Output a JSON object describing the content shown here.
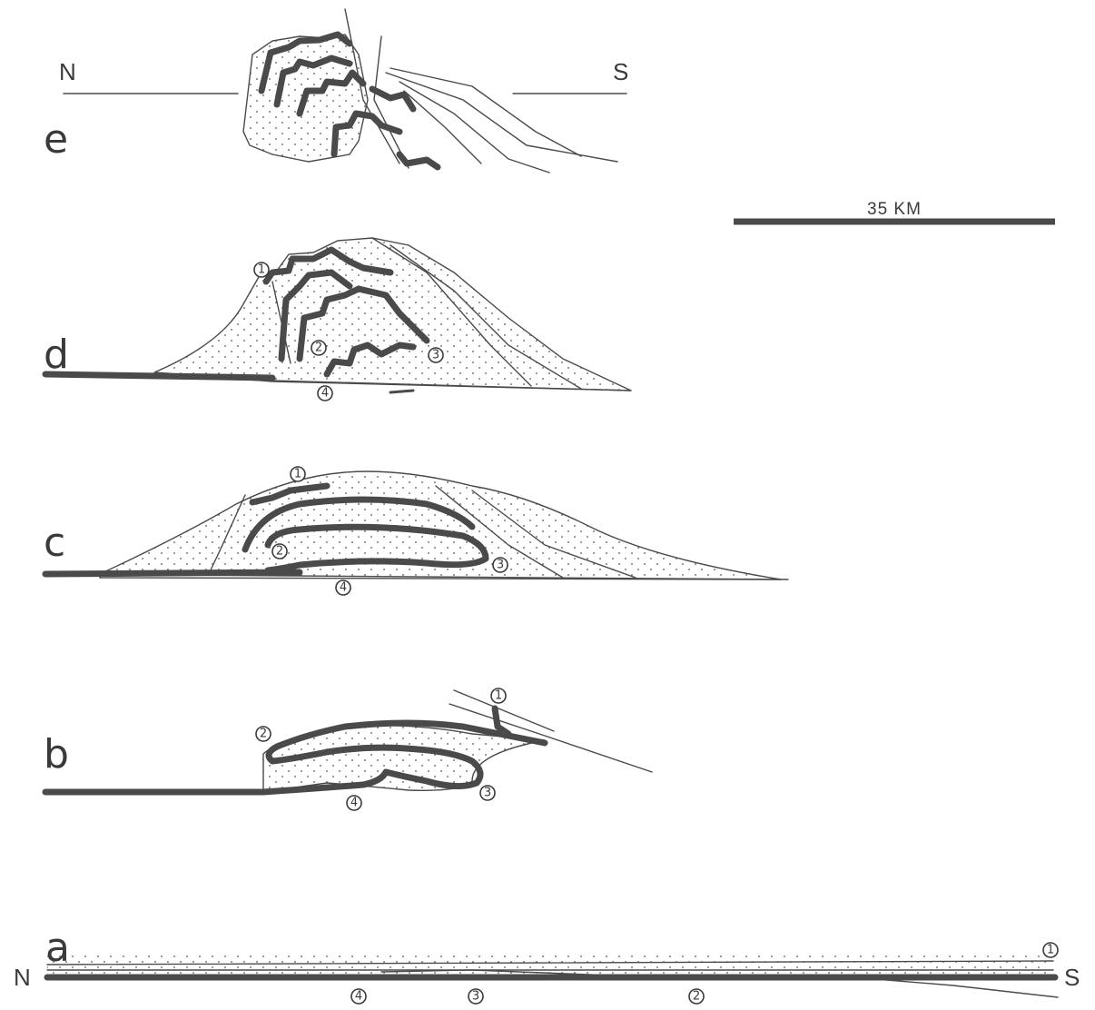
{
  "panels": {
    "a": {
      "letter": "a",
      "north": "N",
      "south": "S"
    },
    "b": {
      "letter": "b"
    },
    "c": {
      "letter": "c"
    },
    "d": {
      "letter": "d"
    },
    "e": {
      "letter": "e",
      "north": "N",
      "south": "S"
    }
  },
  "scale_bar": {
    "label": "35 KM"
  },
  "markers": {
    "one": "1",
    "two": "2",
    "three": "3",
    "four": "4"
  }
}
